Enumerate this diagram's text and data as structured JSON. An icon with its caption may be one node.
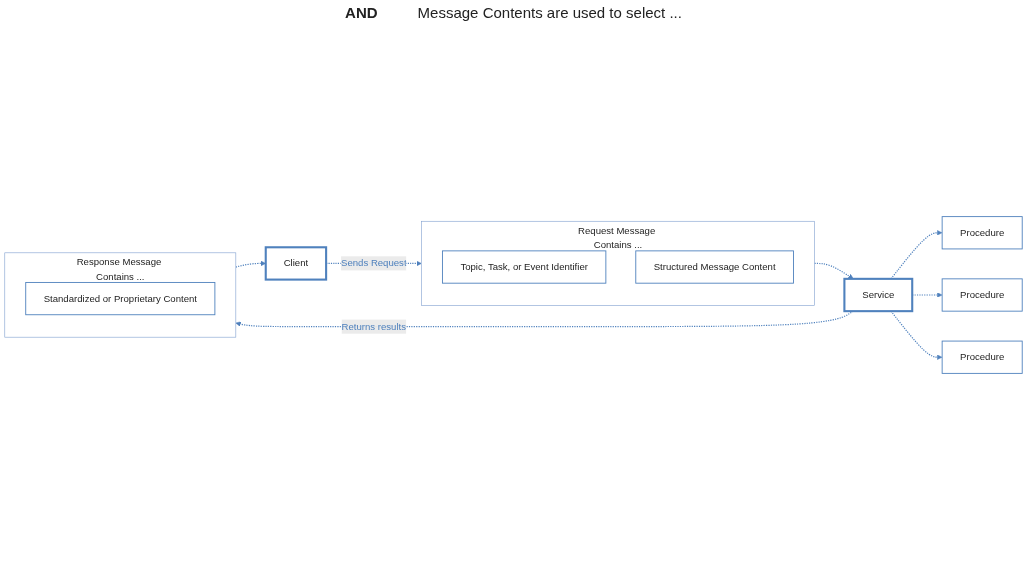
{
  "diagram": {
    "nodes": [
      {
        "text": [
          "Client"
        ]
      },
      {
        "text": [
          "Request Message Contains ..."
        ]
      },
      {
        "text": [
          "Topic, Task, or Event Identifier"
        ],
        "in": 1
      },
      {
        "text": [
          "Structured Message Content"
        ],
        "in": 1
      },
      {
        "text": [
          "Service"
        ]
      },
      {
        "text": [
          "Procedure"
        ]
      },
      {
        "text": [
          "Procedure"
        ]
      },
      {
        "text": [
          "Procedure"
        ]
      },
      {
        "text": [
          "Response Message Contains ..."
        ]
      },
      {
        "text": [
          "Standardized or Proprietary Content"
        ],
        "in": 8
      }
    ],
    "edges": [
      {
        "from": 0,
        "to": 1,
        "arrow": "to",
        "style": "dashed",
        "label": "Sends Request"
      },
      {
        "from": 1,
        "to": 4,
        "arrow": "to",
        "style": "dashed"
      },
      {
        "from": 4,
        "to": 5,
        "arrow": "to",
        "style": "dashed"
      },
      {
        "from": 4,
        "to": 6,
        "arrow": "to",
        "style": "dashed"
      },
      {
        "from": 4,
        "to": 7,
        "arrow": "to",
        "style": "dashed"
      },
      {
        "from": 4,
        "to": 8,
        "arrow": "to",
        "style": "dashed",
        "label": "Returns results"
      },
      {
        "from": 8,
        "to": 0,
        "arrow": "to",
        "style": "dashed"
      }
    ],
    "labels": [
      "AND",
      "Message Contents are used to select ..."
    ]
  }
}
